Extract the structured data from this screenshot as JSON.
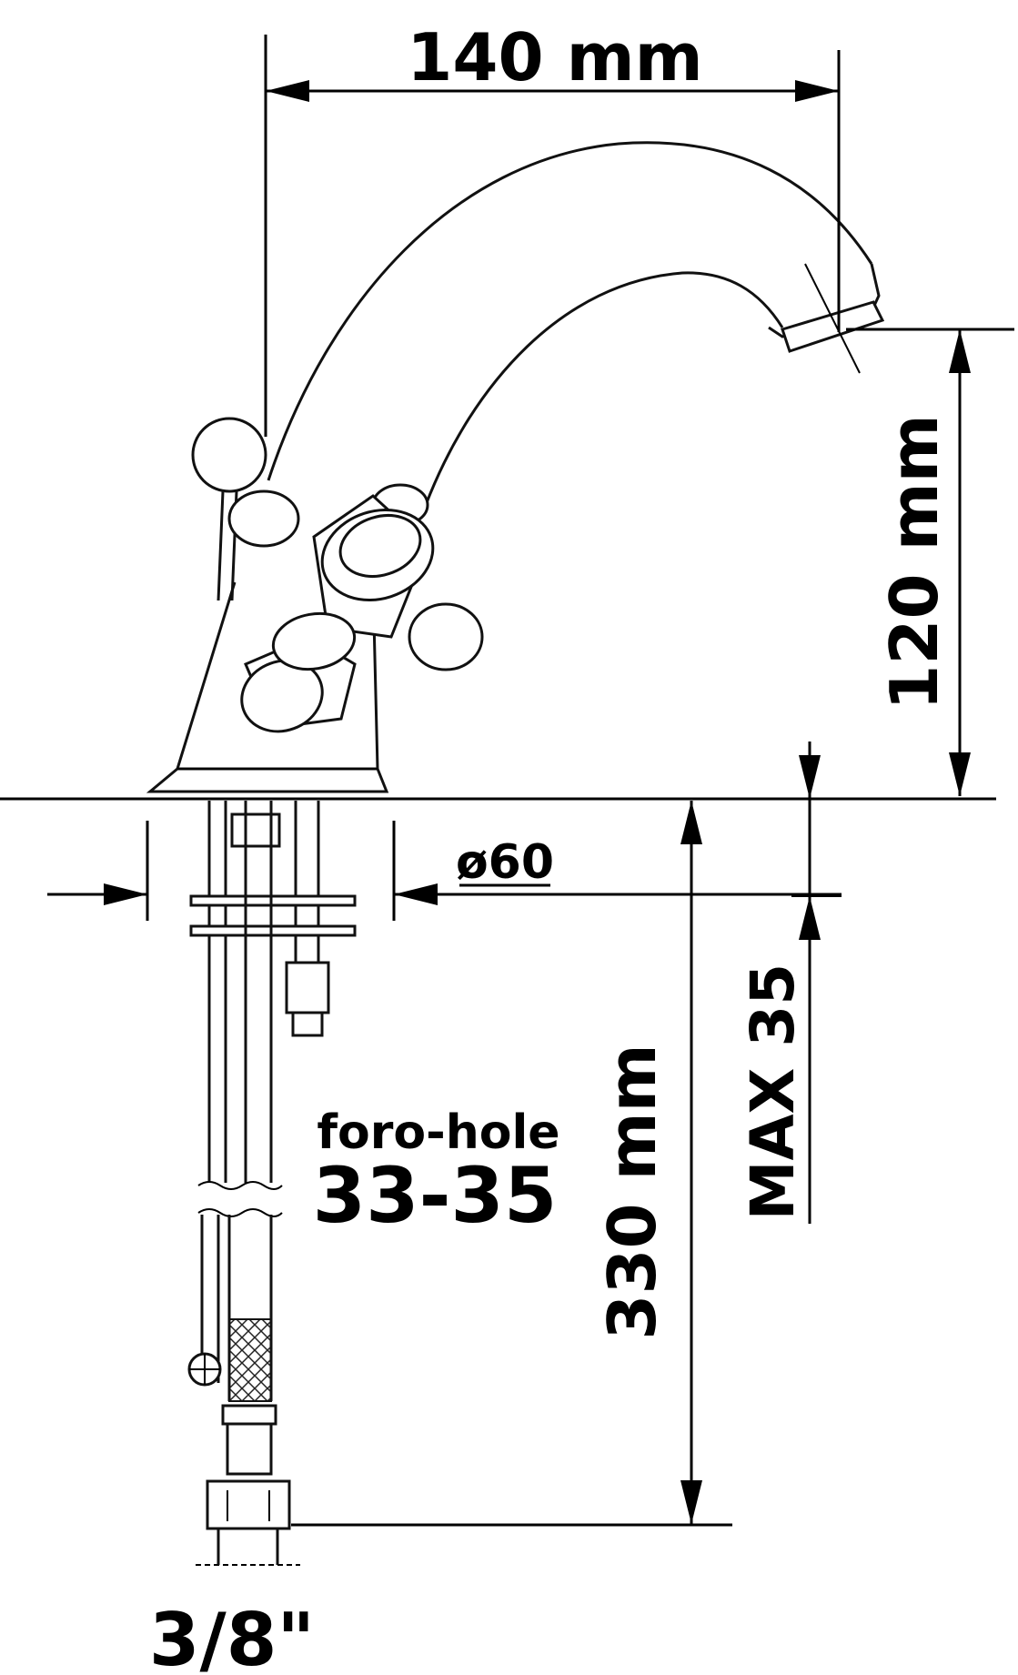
{
  "dimensions": {
    "spout_reach": "140 mm",
    "spout_height": "120 mm",
    "hose_length": "330 mm",
    "max_thickness": "MAX 35",
    "base_diameter": "ø60",
    "hole_label": "foro-hole",
    "hole_size": "33-35",
    "connection": "3/8\""
  }
}
